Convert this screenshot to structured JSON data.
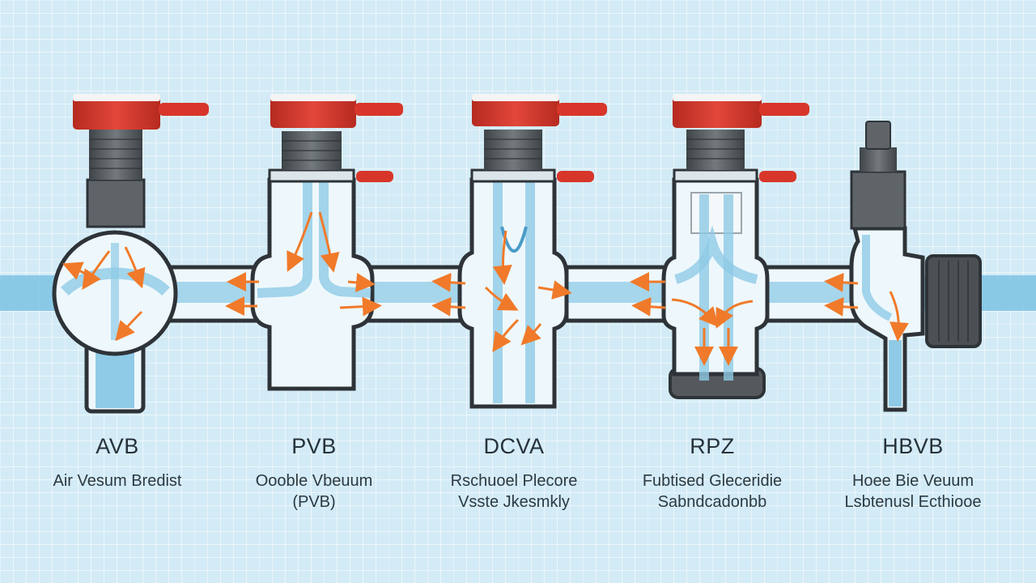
{
  "devices": [
    {
      "abbr": "AVB",
      "desc_line1": "Air Vesum Bredist",
      "desc_line2": ""
    },
    {
      "abbr": "PVB",
      "desc_line1": "Oooble Vbeuum",
      "desc_line2": "(PVB)"
    },
    {
      "abbr": "DCVA",
      "desc_line1": "Rschuoel Plecore",
      "desc_line2": "Vsste Jkesmkly"
    },
    {
      "abbr": "RPZ",
      "desc_line1": "Fubtised Gleceridie",
      "desc_line2": "Sabndcadonbb"
    },
    {
      "abbr": "HBVB",
      "desc_line1": "Hoee Bie Veuum",
      "desc_line2": "Lsbtenusl Ecthiooe"
    }
  ],
  "colors": {
    "background": "#d3ebf6",
    "water": "#7cc3e3",
    "pipe_glass": "#eef8fc",
    "outline": "#2e3338",
    "cap_red": "#d8362a",
    "body_gray": "#5e6468",
    "flow_arrow": "#f07a2a"
  },
  "icons": [
    "valve-cap-icon",
    "test-cock-icon",
    "flow-arrow-icon"
  ]
}
